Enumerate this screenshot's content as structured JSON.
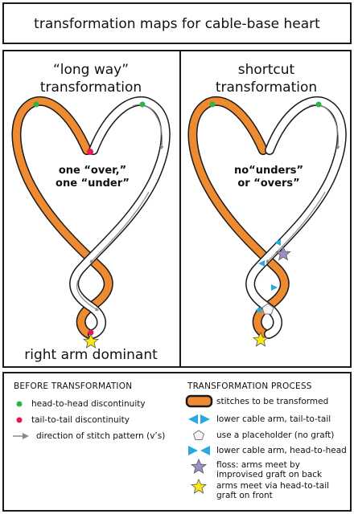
{
  "title": "transformation maps for cable-base heart",
  "left_panel": {
    "heading_line1": "“long way”",
    "heading_line2": "transformation",
    "inner_line1": "one “over,”",
    "inner_line2": "one “under”",
    "footer": "right arm dominant"
  },
  "right_panel": {
    "heading_line1": "shortcut",
    "heading_line2": "transformation",
    "inner_line1": "no“unders”",
    "inner_line2": "or “overs”"
  },
  "legend": {
    "before": {
      "heading": "BEFORE TRANSFORMATION",
      "items": [
        {
          "text": "head-to-head discontinuity",
          "icon": "green-dot"
        },
        {
          "text": "tail-to-tail discontinuity",
          "icon": "red-dot"
        },
        {
          "text": "direction of stitch pattern (v’s)",
          "icon": "gray-arrow"
        }
      ]
    },
    "process": {
      "heading": "TRANSFORMATION PROCESS",
      "items": [
        {
          "text": "stitches to be transformed",
          "icon": "orange-band"
        },
        {
          "text": "lower cable arm, tail-to-tail",
          "icon": "cyan-triangles-outward"
        },
        {
          "text": "use a placeholder (no graft)",
          "icon": "white-pentagon"
        },
        {
          "text": "lower cable arm, head-to-head",
          "icon": "cyan-triangles-inward"
        },
        {
          "text_line1": "floss: arms meet by",
          "text_line2": "improvised graft on back",
          "icon": "purple-star"
        },
        {
          "text_line1": "arms meet via head-to-tail",
          "text_line2": "graft on front",
          "icon": "yellow-star"
        }
      ]
    }
  },
  "colors": {
    "orange": "#ee8a2f",
    "green": "#2db34a",
    "red": "#e8194c",
    "cyan": "#29a9df",
    "purple": "#9b8ec9",
    "yellow": "#f7e814",
    "arrow_gray": "#8a8a8a",
    "outline": "#1a1a1a"
  }
}
